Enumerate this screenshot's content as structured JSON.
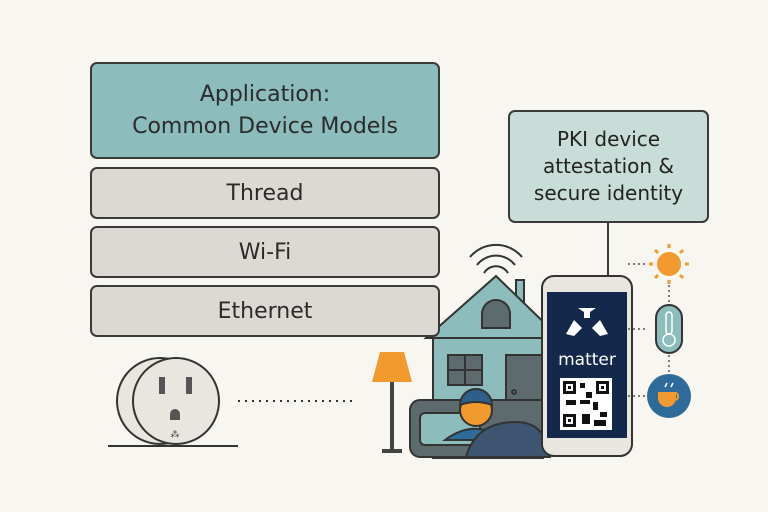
{
  "stack": {
    "application": [
      "Application:",
      "Common Device Models"
    ],
    "thread": "Thread",
    "wifi": "Wi-Fi",
    "ethernet": "Ethernet"
  },
  "pki": [
    "PKI device",
    "attestation &",
    "secure identity"
  ],
  "phone": {
    "brand": "matter"
  },
  "colors": {
    "teal": "#8cbcbc",
    "navy": "#13284a",
    "orange": "#f29a2e",
    "gray": "#dcd9d3"
  }
}
